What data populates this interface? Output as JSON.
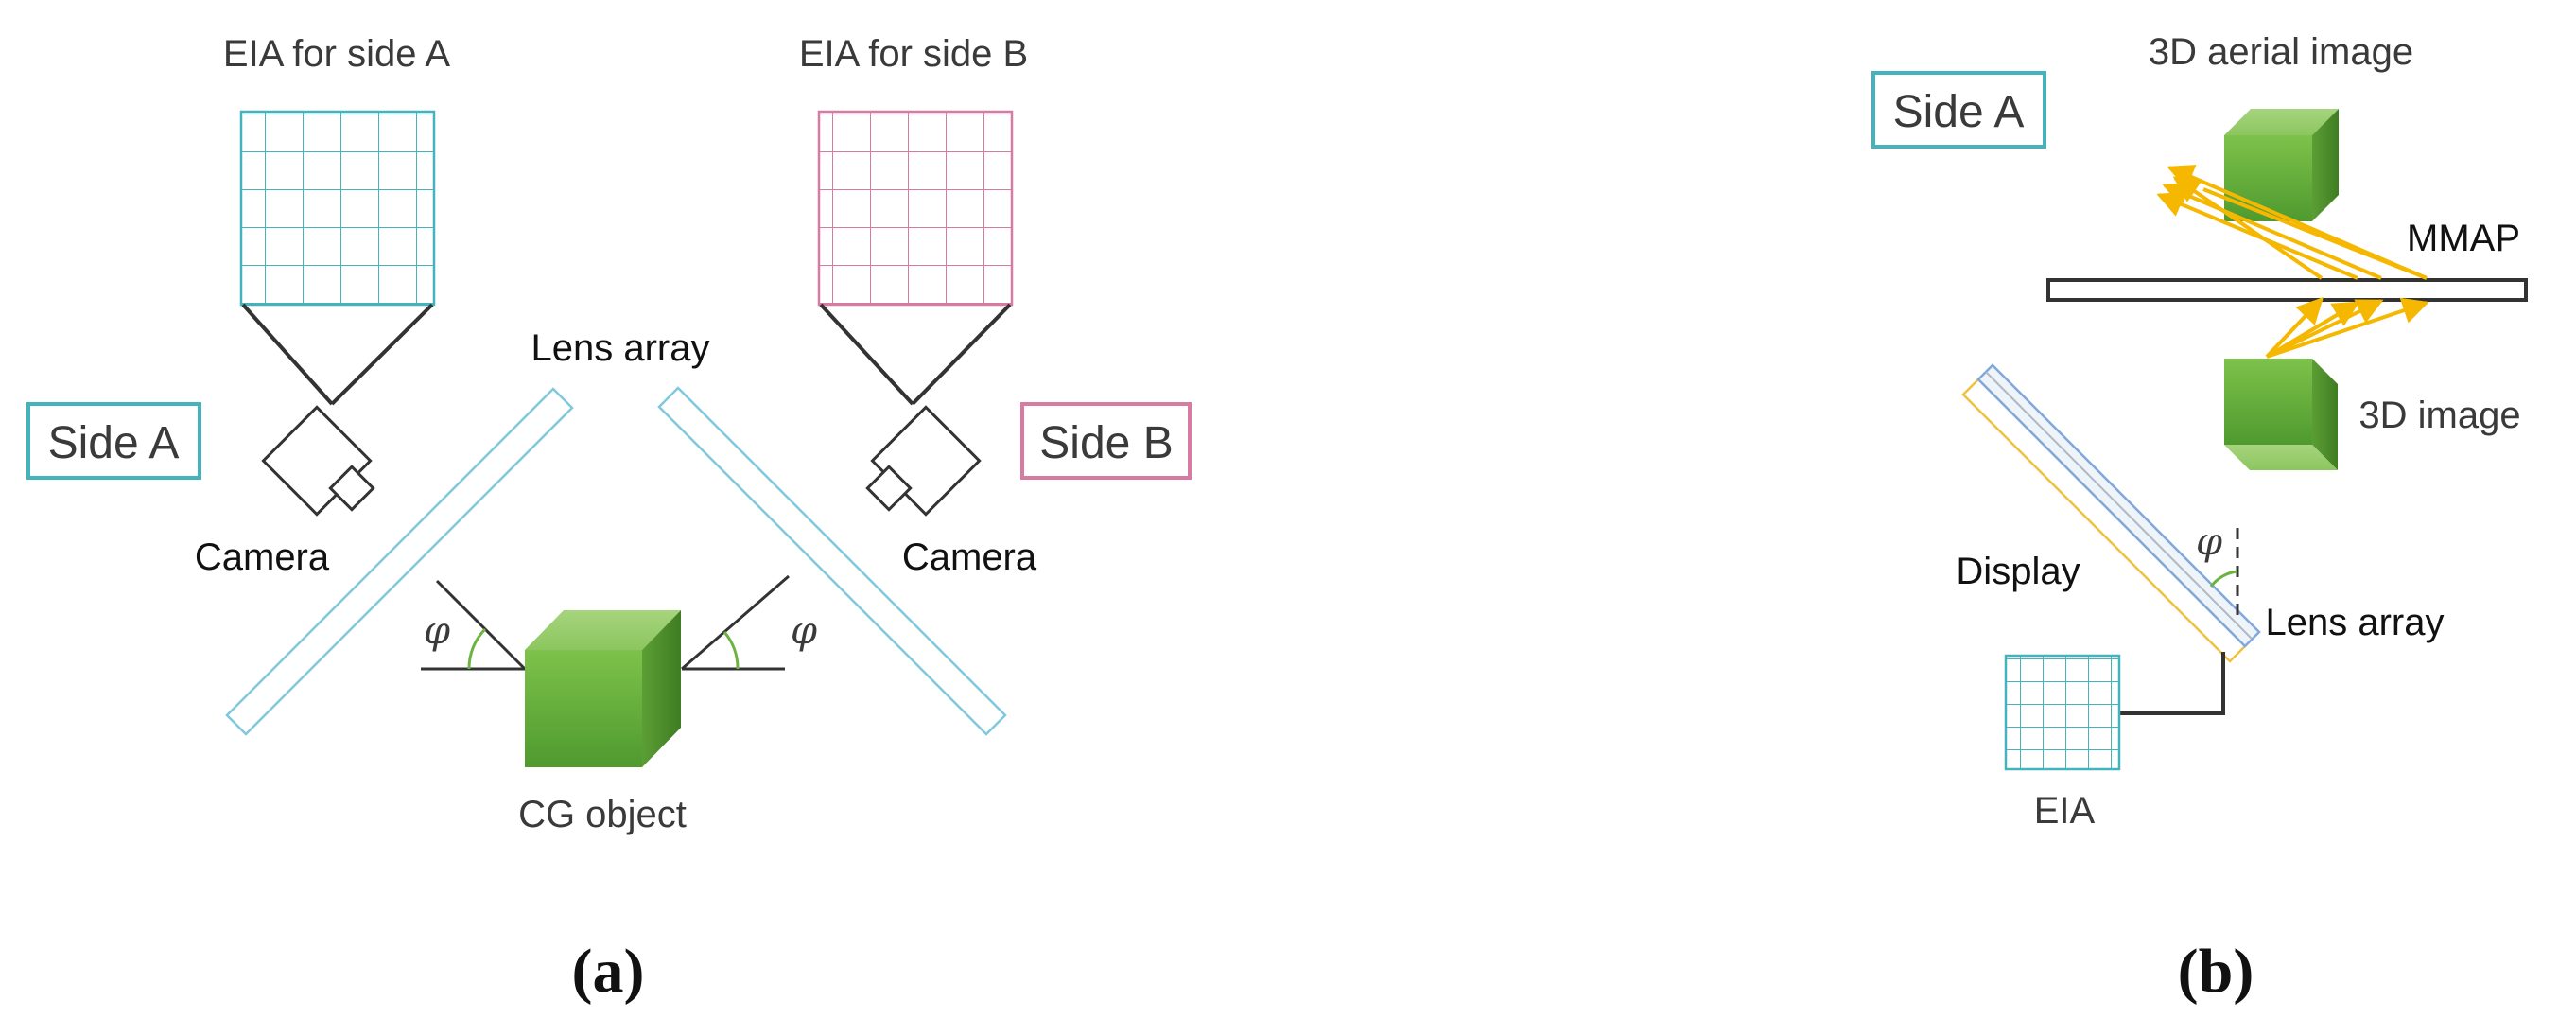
{
  "panel_a": {
    "eia_side_a_label": "EIA for side A",
    "eia_side_b_label": "EIA for side B",
    "lens_array_label": "Lens array",
    "side_a_label": "Side A",
    "side_b_label": "Side B",
    "camera_left_label": "Camera",
    "camera_right_label": "Camera",
    "cg_object_label": "CG object",
    "angle_left_label": "φ",
    "angle_right_label": "φ",
    "panel_label": "(a)"
  },
  "panel_b": {
    "side_a_label": "Side A",
    "aerial_image_label": "3D aerial image",
    "mmap_label": "MMAP",
    "image_3d_label": "3D image",
    "display_label": "Display",
    "angle_label": "φ",
    "lens_array_label": "Lens array",
    "eia_label": "EIA",
    "panel_label": "(b)"
  },
  "colors": {
    "teal": "#45b3bc",
    "pink": "#d77ba2",
    "cube_green": "#6db33f",
    "ray_yellow": "#f5b700",
    "lens_blue": "#80c8dc",
    "display_yellow": "#f0c040",
    "line_dark": "#333333"
  }
}
